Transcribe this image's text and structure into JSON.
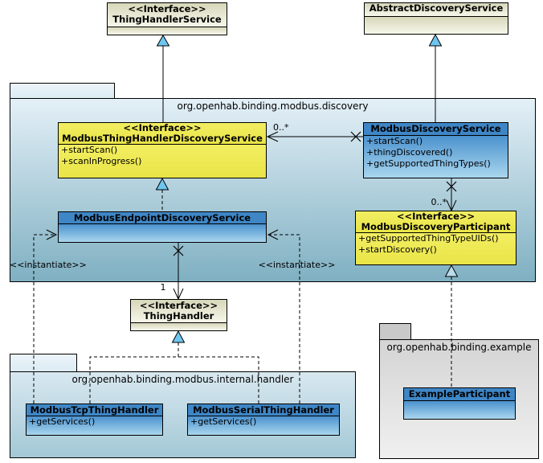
{
  "packages": {
    "discovery": {
      "name": "org.openhab.binding.modbus.discovery"
    },
    "handler": {
      "name": "org.openhab.binding.modbus.internal.handler"
    },
    "example": {
      "name": "org.openhab.binding.example"
    }
  },
  "classes": {
    "thing_handler_service": {
      "stereotype": "<<Interface>>",
      "name": "ThingHandlerService"
    },
    "abstract_discovery_service": {
      "name": "AbstractDiscoveryService"
    },
    "modbus_thing_handler_discovery_service": {
      "stereotype": "<<Interface>>",
      "name": "ModbusThingHandlerDiscoveryService",
      "methods": [
        "+startScan()",
        "+scanInProgress()"
      ]
    },
    "modbus_discovery_service": {
      "name": "ModbusDiscoveryService",
      "methods": [
        "+startScan()",
        "+thingDiscovered()",
        "+getSupportedThingTypes()"
      ]
    },
    "modbus_endpoint_discovery_service": {
      "name": "ModbusEndpointDiscoveryService"
    },
    "modbus_discovery_participant": {
      "stereotype": "<<Interface>>",
      "name": "ModbusDiscoveryParticipant",
      "methods": [
        "+getSupportedThingTypeUIDs()",
        "+startDiscovery()"
      ]
    },
    "thing_handler": {
      "stereotype": "<<Interface>>",
      "name": "ThingHandler"
    },
    "modbus_tcp_thing_handler": {
      "name": "ModbusTcpThingHandler",
      "methods": [
        "+getServices()"
      ]
    },
    "modbus_serial_thing_handler": {
      "name": "ModbusSerialThingHandler",
      "methods": [
        "+getServices()"
      ]
    },
    "example_participant": {
      "name": "ExampleParticipant"
    }
  },
  "labels": {
    "multiplicity_scan": "0..*",
    "multiplicity_participants": "0..*",
    "multiplicity_handler": "1",
    "instantiate_left": "<<instantiate>>",
    "instantiate_right": "<<instantiate>>"
  },
  "colors": {
    "class_header_blue": "#3e86c6",
    "class_body_blue_top": "#4b92ce",
    "class_body_blue_bottom": "#a9d6ee",
    "interface_yellow": "#ece94f",
    "external_beige": "#e3e3c9",
    "package_blue_top": "#e4f0f7",
    "package_blue_bottom": "#7fb0c2",
    "package_gray": "#d9d9d9",
    "generalization_triangle_blue": "#6ec6f0"
  }
}
